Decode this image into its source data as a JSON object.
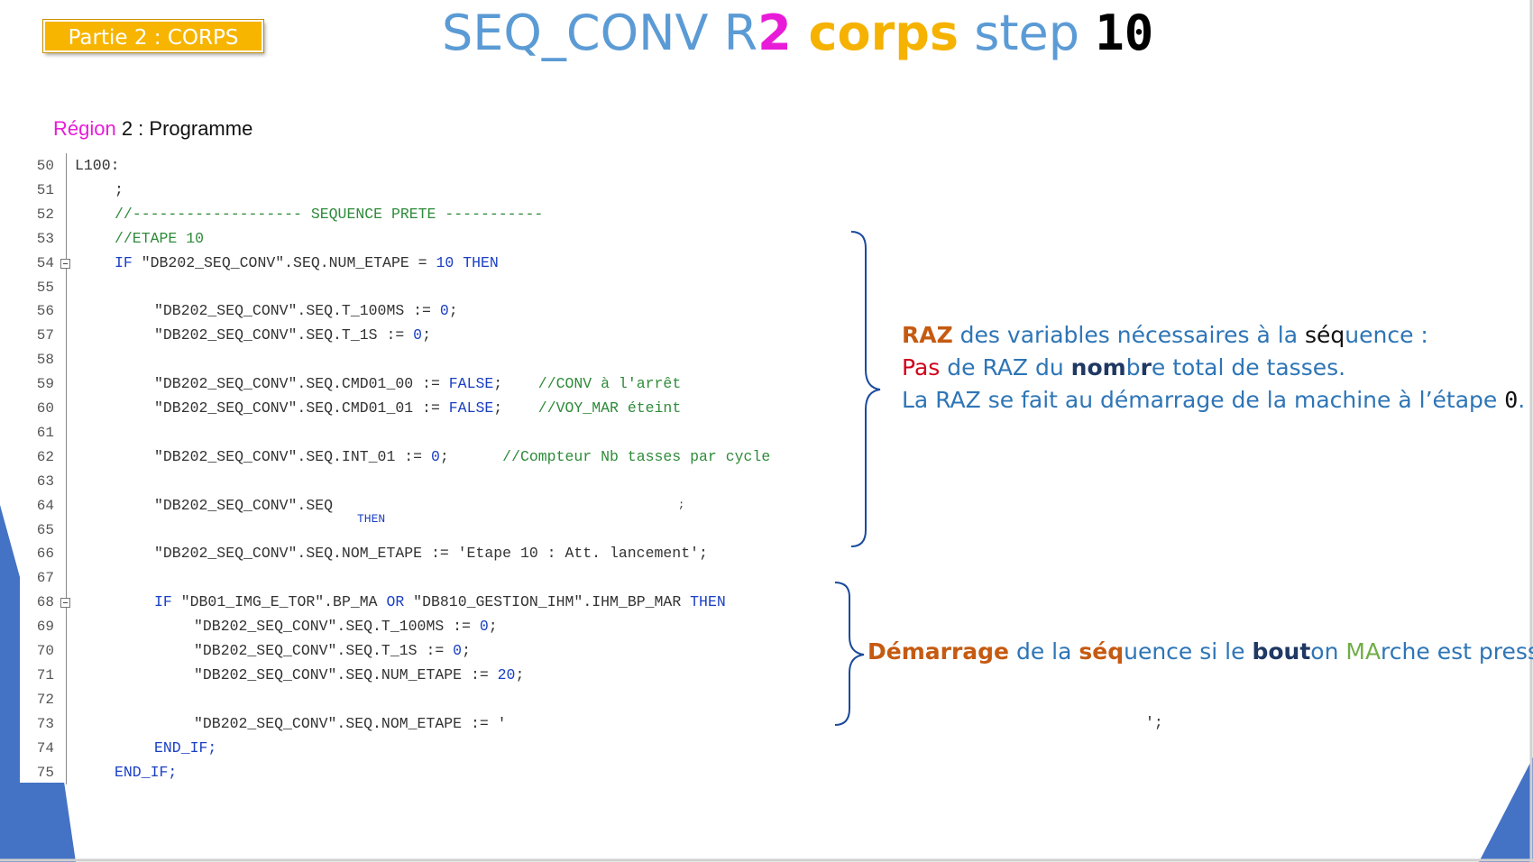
{
  "badge": {
    "label": "Partie 2 : CORPS"
  },
  "title": {
    "part1": "SEQ_CONV R",
    "part2": "2",
    "part3": " corps",
    "part4": " step ",
    "part5": "10"
  },
  "region": {
    "label": "Région",
    "rest": " 2 : Programme"
  },
  "code": {
    "line_numbers": [
      "50",
      "51",
      "52",
      "53",
      "54",
      "55",
      "56",
      "57",
      "58",
      "59",
      "60",
      "61",
      "62",
      "63",
      "64",
      "65",
      "66",
      "67",
      "68",
      "69",
      "70",
      "71",
      "72",
      "73",
      "74",
      "75"
    ],
    "lines": [
      {
        "segments": [
          {
            "t": "L100:",
            "c": "st"
          }
        ],
        "indent": 0
      },
      {
        "segments": [
          {
            "t": ";",
            "c": "st"
          }
        ],
        "indent": 1
      },
      {
        "segments": [
          {
            "t": "//------------------- SEQUENCE PRETE -----------",
            "c": "cm"
          }
        ],
        "indent": 1
      },
      {
        "segments": [
          {
            "t": "//ETAPE 10",
            "c": "cm"
          }
        ],
        "indent": 1
      },
      {
        "segments": [
          {
            "t": "IF ",
            "c": "kw"
          },
          {
            "t": "\"DB202_SEQ_CONV\".SEQ.NUM_ETAPE = ",
            "c": "st"
          },
          {
            "t": "10",
            "c": "num"
          },
          {
            "t": " THEN",
            "c": "kw"
          }
        ],
        "indent": 1
      },
      {
        "segments": [],
        "indent": 0
      },
      {
        "segments": [
          {
            "t": "\"DB202_SEQ_CONV\".SEQ.T_100MS := ",
            "c": "st"
          },
          {
            "t": "0",
            "c": "num"
          },
          {
            "t": ";",
            "c": "st"
          }
        ],
        "indent": 2
      },
      {
        "segments": [
          {
            "t": "\"DB202_SEQ_CONV\".SEQ.T_1S := ",
            "c": "st"
          },
          {
            "t": "0",
            "c": "num"
          },
          {
            "t": ";",
            "c": "st"
          }
        ],
        "indent": 2
      },
      {
        "segments": [],
        "indent": 0
      },
      {
        "segments": [
          {
            "t": "\"DB202_SEQ_CONV\".SEQ.CMD01_00 := ",
            "c": "st"
          },
          {
            "t": "FALSE",
            "c": "kw"
          },
          {
            "t": ";    ",
            "c": "st"
          },
          {
            "t": "//CONV à l'arrêt",
            "c": "cm"
          }
        ],
        "indent": 2
      },
      {
        "segments": [
          {
            "t": "\"DB202_SEQ_CONV\".SEQ.CMD01_01 := ",
            "c": "st"
          },
          {
            "t": "FALSE",
            "c": "kw"
          },
          {
            "t": ";    ",
            "c": "st"
          },
          {
            "t": "//VOY_MAR éteint",
            "c": "cm"
          }
        ],
        "indent": 2
      },
      {
        "segments": [],
        "indent": 0
      },
      {
        "segments": [
          {
            "t": "\"DB202_SEQ_CONV\".SEQ.INT_01 := ",
            "c": "st"
          },
          {
            "t": "0",
            "c": "num"
          },
          {
            "t": ";      ",
            "c": "st"
          },
          {
            "t": "//Compteur Nb tasses par cycle",
            "c": "cm"
          }
        ],
        "indent": 2
      },
      {
        "segments": [],
        "indent": 0
      },
      {
        "segments": [
          {
            "t": "\"DB202_SEQ_CONV\".SEQ",
            "c": "st"
          }
        ],
        "indent": 2
      },
      {
        "segments": [],
        "indent": 0
      },
      {
        "segments": [
          {
            "t": "\"DB202_SEQ_CONV\".SEQ.NOM_ETAPE := 'Etape 10 : Att. lancement';",
            "c": "st"
          }
        ],
        "indent": 2
      },
      {
        "segments": [],
        "indent": 0
      },
      {
        "segments": [
          {
            "t": "IF ",
            "c": "kw"
          },
          {
            "t": "\"DB01_IMG_E_TOR\".BP_MA ",
            "c": "st"
          },
          {
            "t": "OR",
            "c": "kw"
          },
          {
            "t": " \"DB810_GESTION_IHM\".IHM_BP_MAR ",
            "c": "st"
          },
          {
            "t": "THEN",
            "c": "kw"
          }
        ],
        "indent": 2
      },
      {
        "segments": [
          {
            "t": "\"DB202_SEQ_CONV\".SEQ.T_100MS := ",
            "c": "st"
          },
          {
            "t": "0",
            "c": "num"
          },
          {
            "t": ";",
            "c": "st"
          }
        ],
        "indent": 3
      },
      {
        "segments": [
          {
            "t": "\"DB202_SEQ_CONV\".SEQ.T_1S := ",
            "c": "st"
          },
          {
            "t": "0",
            "c": "num"
          },
          {
            "t": ";",
            "c": "st"
          }
        ],
        "indent": 3
      },
      {
        "segments": [
          {
            "t": "\"DB202_SEQ_CONV\".SEQ.NUM_ETAPE := ",
            "c": "st"
          },
          {
            "t": "20",
            "c": "num"
          },
          {
            "t": ";",
            "c": "st"
          }
        ],
        "indent": 3
      },
      {
        "segments": [],
        "indent": 0
      },
      {
        "segments": [
          {
            "t": "\"DB202_SEQ_CONV\".SEQ.NOM_ETAPE := '",
            "c": "st"
          }
        ],
        "indent": 3
      },
      {
        "segments": [
          {
            "t": "END_IF;",
            "c": "kw"
          }
        ],
        "indent": 2
      },
      {
        "segments": [
          {
            "t": "END_IF;",
            "c": "kw"
          }
        ],
        "indent": 1
      }
    ],
    "then_fragment": "THEN",
    "semicolon_fragment": ";",
    "tail_fragment": "';"
  },
  "note1": {
    "l1a": "RAZ",
    "l1b": " des variables nécessaires à la ",
    "l1c": "séq",
    "l1d": "uence :",
    "l2a": "Pas",
    "l2b": " de RAZ du ",
    "l2c": "nom",
    "l2d": "b",
    "l2e": "r",
    "l2f": "e total de tasses.",
    "l3a": "La RAZ se fait au démarrage de la machine à l’étape ",
    "l3b": "0",
    "l3c": "."
  },
  "note2": {
    "a": "Démarrage",
    "b": " de la ",
    "c": "séq",
    "d": "uence si le ",
    "e": "bout",
    "f": "on ",
    "g": "MA",
    "h": "rche est pressé"
  },
  "colors": {
    "accent_blue": "#5b9bd5",
    "magenta": "#e81cd8",
    "gold": "#f5b200",
    "brace_blue": "#1a4a9c"
  }
}
